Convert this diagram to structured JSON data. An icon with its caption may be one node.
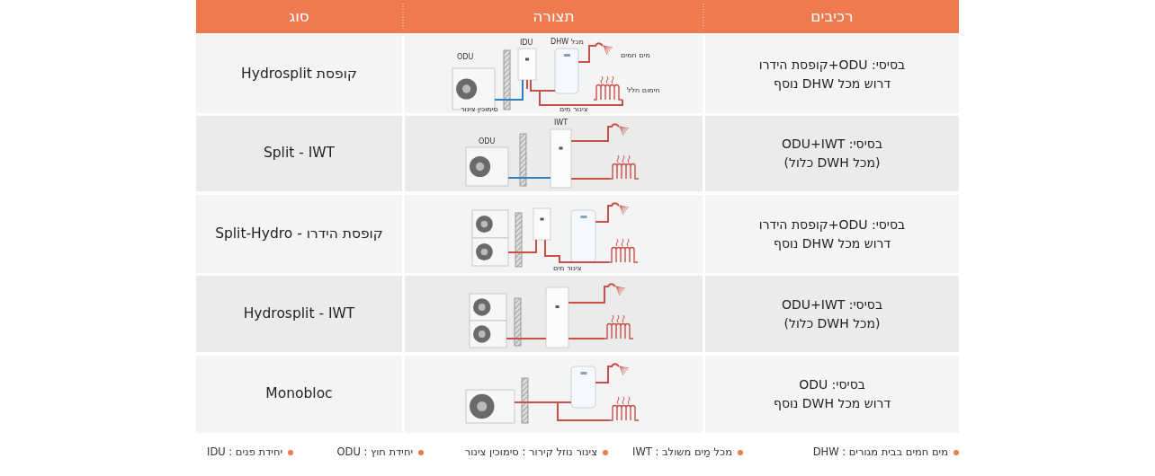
{
  "diagram": {
    "labels": [
      "רכיבים",
      "תצורה",
      "סוג",
      "בסיסי: ODU+קופסת הידרו",
      "דרוש מכל DHW נוסף",
      "ODU",
      "IDU",
      "מכל DHW",
      "מים חמים",
      "חימום חלל",
      "סימוכין צינור",
      "צינור מים",
      "קופסת Hydrosplit",
      "בסיסי: ODU+IWT",
      "(מכל DWH כלול)",
      "ODU",
      "IWT",
      "Split - IWT",
      "בסיסי: ODU+קופסת הידרו",
      "דרוש מכל DHW נוסף",
      "צינור מים",
      "קופסת הידרו - Split-Hydro",
      "בסיסי: ODU+IWT",
      "(מכל DWH כלול)",
      "Hydrosplit - IWT",
      "בסיסי: ODU",
      "דרוש מכל DWH נוסף",
      "Monobloc",
      "מים חמים בבית מגורים : DHW",
      "מכל מַים משולב : IWT",
      "צינור נוזל קירור : סימוכין צינור",
      "יחידת חוץ : ODU",
      "יחידת פנים : IDU"
    ]
  }
}
